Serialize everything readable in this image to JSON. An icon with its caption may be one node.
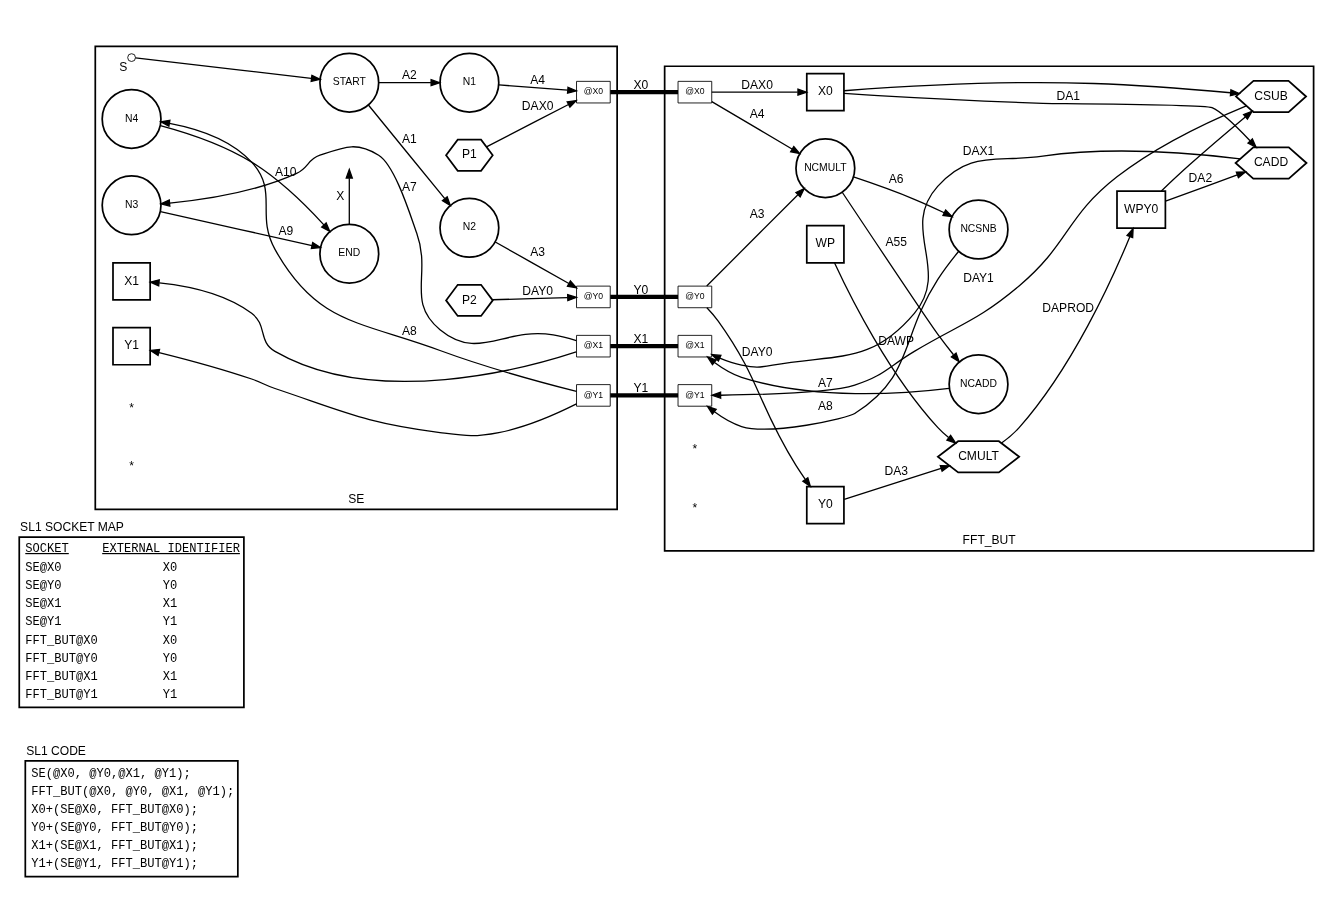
{
  "diagram": {
    "nodes": [
      {
        "text": [
          "SL1 CODE",
          "SE(@X0, @Y0,@X1, @Y1);",
          "FFT_BUT(@X0, @Y0, @X1, @Y1);",
          "X0+(SE@X0, FFT_BUT@X0);",
          "Y0+(SE@Y0, FFT_BUT@Y0);",
          "X1+(SE@X1, FFT_BUT@X1);",
          "Y1+(SE@Y1, FFT_BUT@Y1);"
        ]
      },
      {
        "text": [
          "SL1 SOCKET MAP",
          "SOCKET",
          "EXTERNAL IDENTIFIER",
          "SE@X0",
          "X0",
          "SE@Y0",
          "Y0",
          "SE@X1",
          "X1",
          "SE@Y1",
          "Y1",
          "FFT_BUT@X0",
          "X0",
          "FFT_BUT@Y0",
          "Y0",
          "FFT_BUT@X1",
          "X1",
          "FFT_BUT@Y1",
          "Y1"
        ]
      },
      {
        "text": [
          "SE"
        ]
      },
      {
        "text": [
          "FFT_BUT"
        ]
      },
      {
        "text": [
          "S"
        ],
        "in": 2
      },
      {
        "text": [
          "START"
        ],
        "in": 2
      },
      {
        "text": [
          "N1"
        ],
        "in": 2
      },
      {
        "text": [
          "N2"
        ],
        "in": 2
      },
      {
        "text": [
          "P1"
        ],
        "in": 2
      },
      {
        "text": [
          "P2"
        ],
        "in": 2
      },
      {
        "text": [
          "@X0"
        ],
        "in": 2
      },
      {
        "text": [
          "@Y0"
        ],
        "in": 2
      },
      {
        "text": [
          "@X1"
        ],
        "in": 2
      },
      {
        "text": [
          "@Y1"
        ],
        "in": 2
      },
      {
        "text": [
          "N3"
        ],
        "in": 2
      },
      {
        "text": [
          "N4"
        ],
        "in": 2
      },
      {
        "text": [
          "X1"
        ],
        "in": 2
      },
      {
        "text": [
          "Y1"
        ],
        "in": 2
      },
      {
        "text": [
          "END"
        ],
        "in": 2
      },
      {
        "text": [
          "@X0"
        ],
        "in": 3
      },
      {
        "text": [
          "@Y0"
        ],
        "in": 3
      },
      {
        "text": [
          "@X1"
        ],
        "in": 3
      },
      {
        "text": [
          "@Y1"
        ],
        "in": 3
      },
      {
        "text": [
          "X0"
        ],
        "in": 3
      },
      {
        "text": [
          "Y0"
        ],
        "in": 3
      },
      {
        "text": [
          "WP"
        ],
        "in": 3
      },
      {
        "text": [
          "CMULT"
        ],
        "in": 3
      },
      {
        "text": [
          "WPY0"
        ],
        "in": 3
      },
      {
        "text": [
          "NCMULT"
        ],
        "in": 3
      },
      {
        "text": [
          "NCADD"
        ],
        "in": 3
      },
      {
        "text": [
          "NCSNB"
        ],
        "in": 3
      },
      {
        "text": [
          "CADD"
        ],
        "in": 3
      },
      {
        "text": [
          "CSUB"
        ],
        "in": 3
      }
    ],
    "edges": [
      {
        "from": 4,
        "to": 5,
        "arrow": "to"
      },
      {
        "from": 5,
        "to": 6,
        "arrow": "to",
        "label": "A2"
      },
      {
        "from": 5,
        "to": 7,
        "arrow": "to",
        "label": "A1"
      },
      {
        "from": 8,
        "to": 10,
        "arrow": "to",
        "label": "DAX0"
      },
      {
        "from": 6,
        "to": 10,
        "arrow": "to",
        "label": "A4"
      },
      {
        "from": 9,
        "to": 11,
        "arrow": "to",
        "label": "DAY0"
      },
      {
        "from": 7,
        "to": 11,
        "arrow": "to",
        "label": "A3"
      },
      {
        "from": 10,
        "to": 19,
        "arrow": "none",
        "label": "X0",
        "style": "thick"
      },
      {
        "from": 11,
        "to": 20,
        "arrow": "none",
        "label": "Y0",
        "style": "thick"
      },
      {
        "from": 12,
        "to": 21,
        "arrow": "none",
        "label": "X1",
        "style": "thick"
      },
      {
        "from": 13,
        "to": 22,
        "arrow": "none",
        "label": "Y1",
        "style": "thick"
      },
      {
        "from": 19,
        "to": 23,
        "arrow": "to",
        "label": "DAX0"
      },
      {
        "from": 19,
        "to": 28,
        "arrow": "to",
        "label": "A4"
      },
      {
        "from": 20,
        "to": 24,
        "arrow": "to",
        "label": "DAY0"
      },
      {
        "from": 20,
        "to": 28,
        "arrow": "to",
        "label": "A3"
      },
      {
        "from": 23,
        "to": 31,
        "arrow": "to",
        "label": "DA1"
      },
      {
        "from": 23,
        "to": 32,
        "arrow": "to"
      },
      {
        "from": 24,
        "to": 26,
        "arrow": "to",
        "label": "DA3"
      },
      {
        "from": 25,
        "to": 26,
        "arrow": "to",
        "label": "DAWP"
      },
      {
        "from": 26,
        "to": 27,
        "arrow": "to",
        "label": "DAPROD"
      },
      {
        "from": 27,
        "to": 31,
        "arrow": "to",
        "label": "DA2"
      },
      {
        "from": 27,
        "to": 32,
        "arrow": "to"
      },
      {
        "from": 28,
        "to": 29,
        "arrow": "to",
        "label": "A55"
      },
      {
        "from": 28,
        "to": 30,
        "arrow": "to",
        "label": "A6"
      },
      {
        "from": 29,
        "to": 21,
        "arrow": "to",
        "label": "A7"
      },
      {
        "from": 31,
        "to": 21,
        "arrow": "to",
        "label": "DAX1"
      },
      {
        "from": 30,
        "to": 22,
        "arrow": "to",
        "label": "A8"
      },
      {
        "from": 32,
        "to": 22,
        "arrow": "to",
        "label": "DAY1"
      },
      {
        "from": 12,
        "to": 14,
        "arrow": "to",
        "label": "A7"
      },
      {
        "from": 12,
        "to": 16,
        "arrow": "to"
      },
      {
        "from": 13,
        "to": 15,
        "arrow": "to",
        "label": "A8"
      },
      {
        "from": 13,
        "to": 17,
        "arrow": "to"
      },
      {
        "from": 14,
        "to": 18,
        "arrow": "to",
        "label": "A9"
      },
      {
        "from": 15,
        "to": 18,
        "arrow": "to",
        "label": "A10"
      },
      {
        "from": 18,
        "to": null,
        "arrow": "to",
        "label": "X"
      }
    ],
    "labels": [
      "*",
      "*",
      "*",
      "*"
    ]
  }
}
